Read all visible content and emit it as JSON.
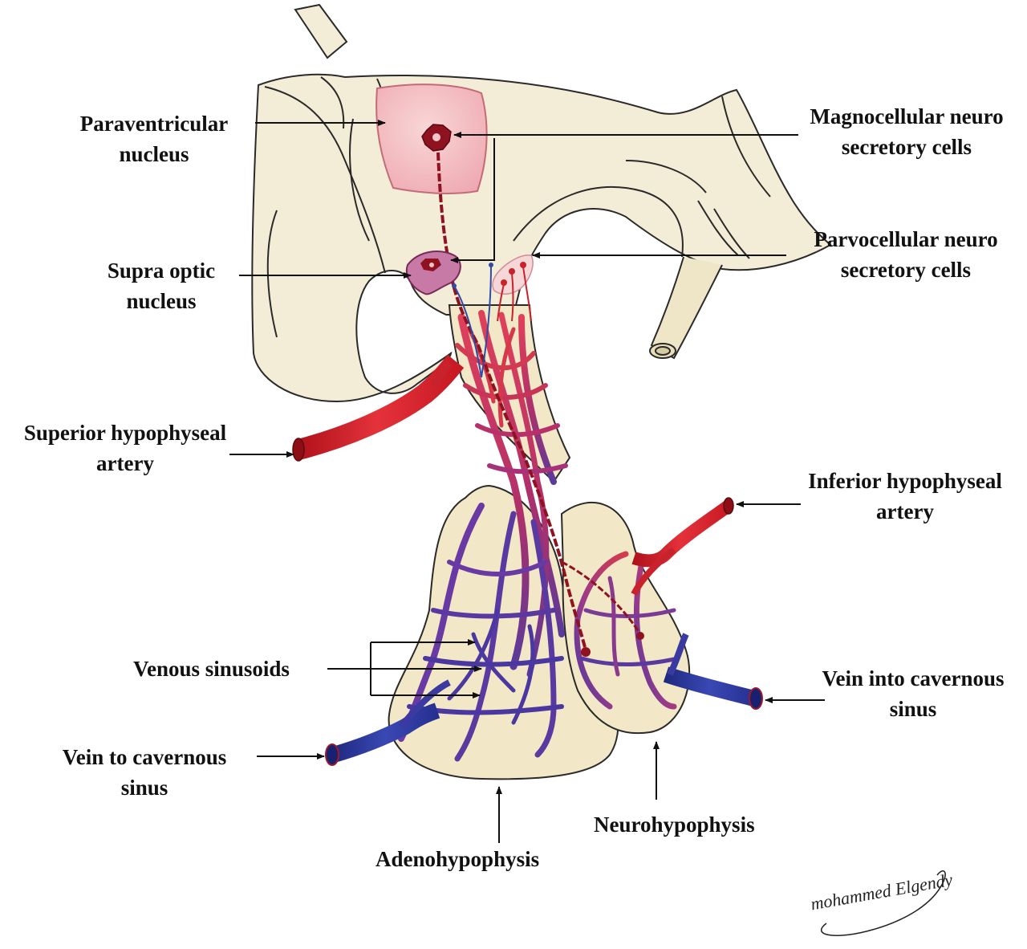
{
  "labels": {
    "paraventricular": [
      "Paraventricular",
      "nucleus"
    ],
    "magnocellular": [
      "Magnocellular neuro",
      "secretory cells"
    ],
    "supra_optic": [
      "Supra optic",
      "nucleus"
    ],
    "parvocellular": [
      "Parvocellular neuro",
      "secretory cells"
    ],
    "superior_artery": [
      "Superior hypophyseal",
      "artery"
    ],
    "inferior_artery": [
      "Inferior hypophyseal",
      "artery"
    ],
    "venous_sinusoids": "Venous sinusoids",
    "vein_into": [
      "Vein into cavernous",
      "sinus"
    ],
    "vein_to": [
      "Vein to cavernous",
      "sinus"
    ],
    "neurohypophysis": "Neurohypophysis",
    "adenohypophysis": "Adenohypophysis"
  },
  "signature": "mohammed Elgendy",
  "colors": {
    "tissue": "#f2ead0",
    "tissue_edge": "#2a2a2a",
    "nucleus_pink": "#f2b8bc",
    "artery_red": "#d4232c",
    "vein_blue": "#2f3a9c",
    "capillary_magenta": "#b0306a",
    "neuron_dark": "#8e1220",
    "supraoptic_purple": "#c77aa6"
  }
}
